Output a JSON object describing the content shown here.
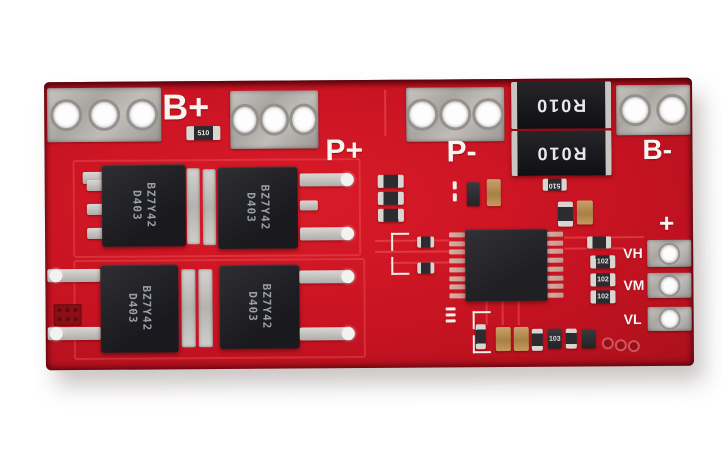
{
  "photo": {
    "background_color": "#ffffff"
  },
  "board": {
    "colors": {
      "base": "#c81322",
      "base_dark": "#8e0e18",
      "pad_silver": "#b9b5b1",
      "chip_black": "#1d1d21",
      "silkscreen": "#f8f4f0",
      "ic_pin": "#cfa49b",
      "capacitor_tan": "#bf9055"
    },
    "terminal_labels": {
      "b_plus": "B+",
      "p_plus": "P+",
      "p_minus": "P-",
      "b_minus": "B-"
    },
    "balance_labels": {
      "plus": "+",
      "vh": "VH",
      "vm": "VM",
      "vl": "VL"
    },
    "mosfets": [
      {
        "line1": "D403",
        "line2": "BZ7Y42"
      },
      {
        "line1": "D403",
        "line2": "BZ7Y42"
      },
      {
        "line1": "D403",
        "line2": "BZ7Y42"
      },
      {
        "line1": "D403",
        "line2": "BZ7Y42"
      }
    ],
    "shunt_resistors": [
      {
        "label": "R010"
      },
      {
        "label": "R010"
      }
    ],
    "smd_labels": {
      "r510_top": "510",
      "r510_bottom": "510",
      "r102": "102",
      "r103": "103"
    }
  }
}
